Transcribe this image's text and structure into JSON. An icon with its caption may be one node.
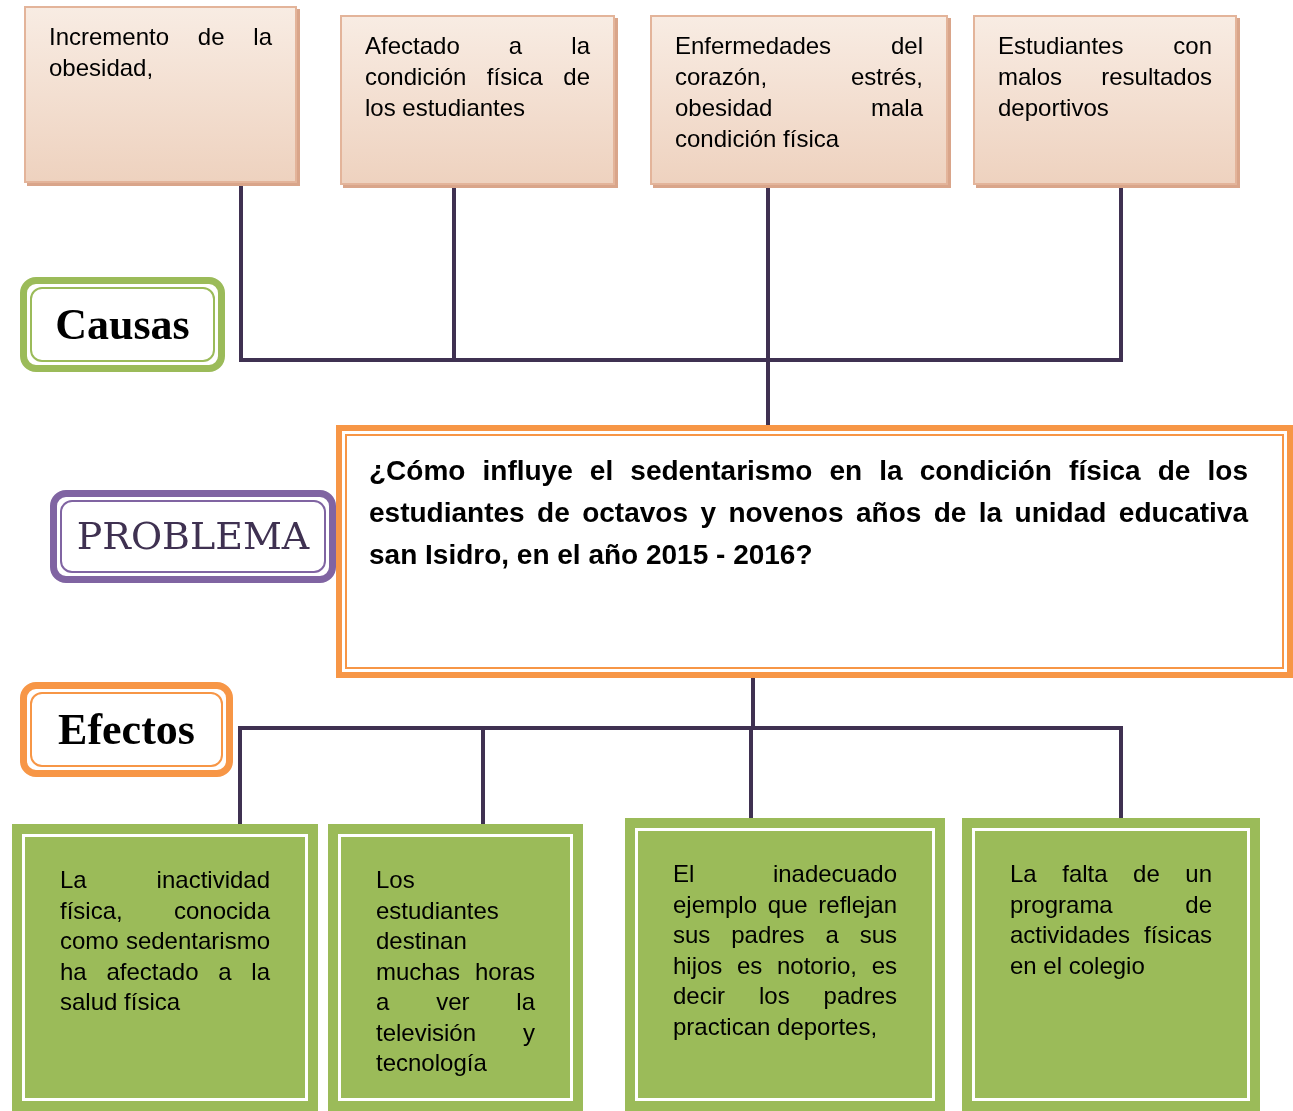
{
  "diagram": {
    "nodes": [
      {
        "text": [
          "Incremento de la obesidad,"
        ]
      },
      {
        "text": [
          "Afectado a la condición física de los estudiantes"
        ]
      },
      {
        "text": [
          "Enfermedades del corazón, estrés, obesidad mala condición física"
        ]
      },
      {
        "text": [
          "Estudiantes con malos resultados deportivos"
        ]
      },
      {
        "text": [
          "Causas"
        ]
      },
      {
        "text": [
          "PROBLEMA"
        ]
      },
      {
        "text": [
          "¿Cómo influye el sedentarismo en la condición física de los estudiantes de octavos y novenos años de la unidad educativa san Isidro, en el año 2015  -  2016?"
        ]
      },
      {
        "text": [
          "Efectos"
        ]
      },
      {
        "text": [
          "La inactividad física, conocida como sedentarismo ha afectado a la salud física"
        ]
      },
      {
        "text": [
          "Los estudiantes destinan muchas horas a ver la televisión y tecnología"
        ]
      },
      {
        "text": [
          "El inadecuado ejemplo que reflejan sus padres a sus hijos es notorio, es decir los padres practican deportes,"
        ]
      },
      {
        "text": [
          "La falta de un programa de actividades físicas en el colegio"
        ]
      }
    ],
    "edges": [
      {
        "from": 0,
        "to": 6,
        "arrow": "none"
      },
      {
        "from": 1,
        "to": 6,
        "arrow": "none"
      },
      {
        "from": 2,
        "to": 6,
        "arrow": "none"
      },
      {
        "from": 3,
        "to": 6,
        "arrow": "none"
      },
      {
        "from": 6,
        "to": 8,
        "arrow": "none"
      },
      {
        "from": 6,
        "to": 9,
        "arrow": "none"
      },
      {
        "from": 6,
        "to": 10,
        "arrow": "none"
      },
      {
        "from": 6,
        "to": 11,
        "arrow": "none"
      }
    ]
  }
}
